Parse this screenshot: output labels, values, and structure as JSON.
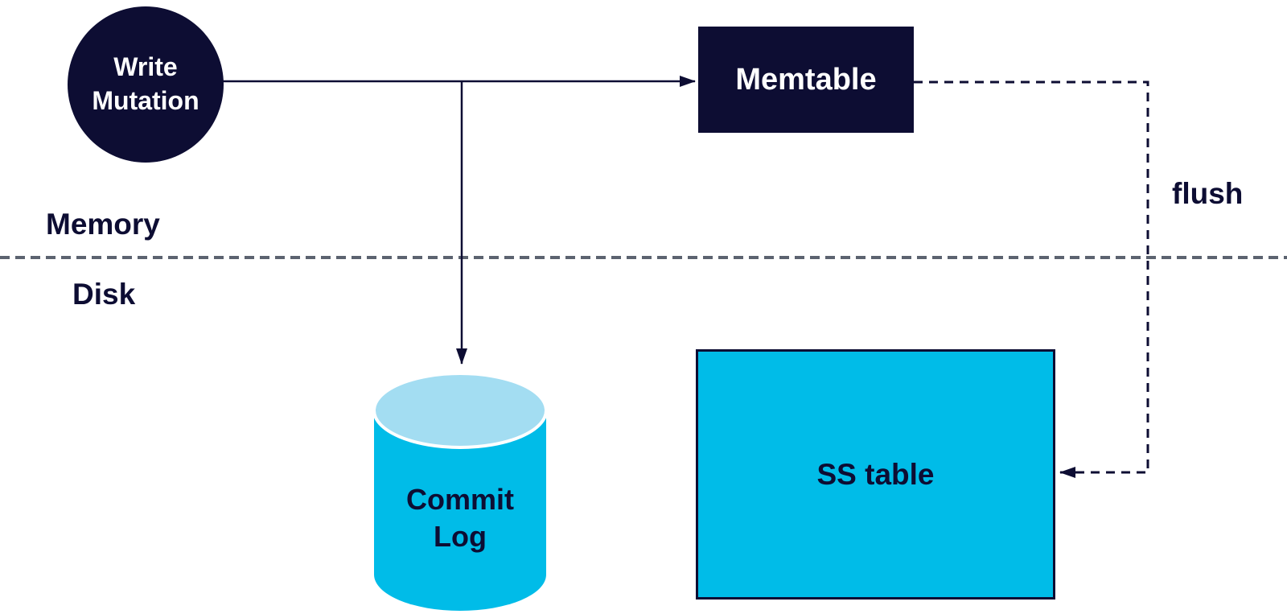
{
  "diagram": {
    "description": "Database write path: memory vs disk"
  },
  "nodes": {
    "write_mutation": {
      "label": "Write Mutation",
      "shape": "circle"
    },
    "memtable": {
      "label": "Memtable",
      "shape": "rectangle"
    },
    "commit_log": {
      "label": "Commit Log",
      "shape": "cylinder"
    },
    "ss_table": {
      "label": "SS table",
      "shape": "rectangle"
    }
  },
  "labels": {
    "memory": "Memory",
    "disk": "Disk",
    "flush": "flush"
  },
  "edges": [
    {
      "from": "Write Mutation",
      "to": "Memtable",
      "style": "solid"
    },
    {
      "from": "Write Mutation",
      "to": "Commit Log",
      "style": "solid"
    },
    {
      "from": "Memtable",
      "to": "SS table",
      "style": "dashed"
    }
  ],
  "colors": {
    "navy": "#0d0d33",
    "cyan": "#00bce8",
    "light_blue": "#a3ddf2",
    "divider_gray": "#5c6370",
    "text_light": "#ffffff",
    "background": "#ffffff"
  }
}
